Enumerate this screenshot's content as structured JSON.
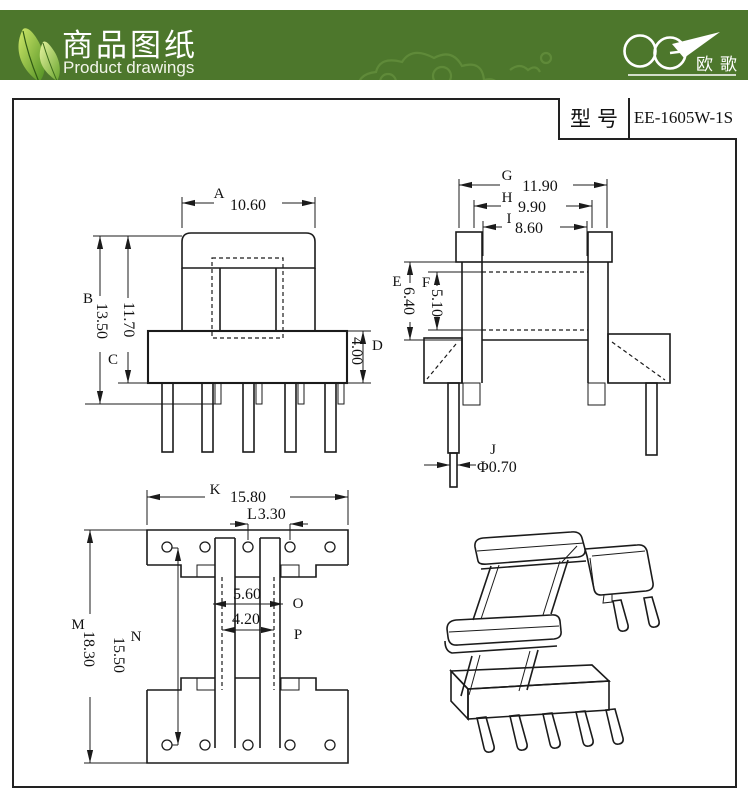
{
  "header": {
    "title_zh": "商品图纸",
    "title_en": "Product drawings",
    "brand_text": "欧歌"
  },
  "title_block": {
    "model_label": "型号",
    "model_value": "EE-1605W-1S"
  },
  "views": {
    "front": {
      "A_label": "A",
      "A_value": "10.60",
      "B_label": "B",
      "B_value": "13.50",
      "inner_height_value": "11.70",
      "C_label": "C",
      "D_label": "D",
      "D_value": "4.00"
    },
    "side": {
      "G_label": "G",
      "G_value": "11.90",
      "H_label": "H",
      "H_value": "9.90",
      "I_label": "I",
      "I_value": "8.60",
      "E_label": "E",
      "E_value": "6.40",
      "F_label": "F",
      "F_value": "5.10",
      "J_label": "J",
      "J_value": "Φ0.70"
    },
    "bottom": {
      "K_label": "K",
      "K_value": "15.80",
      "L_label": "L",
      "L_value": "3.30",
      "center_width_value": "5.60",
      "core_width_value": "4.20",
      "O_label": "O",
      "P_label": "P",
      "M_label": "M",
      "M_value": "18.30",
      "N_label": "N",
      "N_value": "15.50"
    }
  },
  "colors": {
    "banner_green": "#4d772c",
    "cloud_green": "#6f9a45",
    "line": "#1b1b1b",
    "paper": "#ffffff"
  }
}
